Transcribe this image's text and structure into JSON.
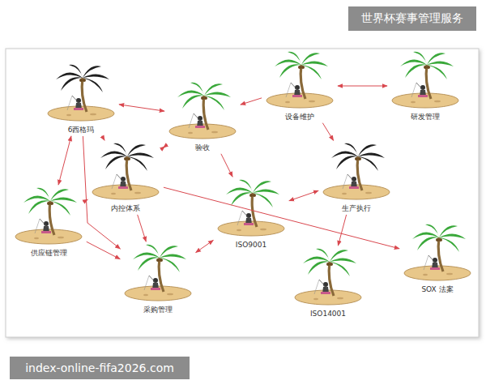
{
  "diagram": {
    "nodes": [
      {
        "text": [
          "6西格玛"
        ]
      },
      {
        "text": [
          "验收"
        ]
      },
      {
        "text": [
          "设备维护"
        ]
      },
      {
        "text": [
          "研发管理"
        ]
      },
      {
        "text": [
          "内控体系"
        ]
      },
      {
        "text": [
          "生产执行"
        ]
      },
      {
        "text": [
          "供应链管理"
        ]
      },
      {
        "text": [
          "ISO9001"
        ]
      },
      {
        "text": [
          "采购管理"
        ]
      },
      {
        "text": [
          "ISO14001"
        ]
      },
      {
        "text": [
          "SOX 法案"
        ]
      }
    ],
    "edges": [
      {
        "from": 0,
        "to": 1,
        "arrow": "both"
      },
      {
        "from": 0,
        "to": 6,
        "arrow": "both"
      },
      {
        "from": 0,
        "to": 4,
        "arrow": "to"
      },
      {
        "from": 1,
        "to": 4,
        "arrow": "both"
      },
      {
        "from": 1,
        "to": 7,
        "arrow": "to"
      },
      {
        "from": 2,
        "to": 1,
        "arrow": "to"
      },
      {
        "from": 2,
        "to": 3,
        "arrow": "both"
      },
      {
        "from": 2,
        "to": 5,
        "arrow": "to"
      },
      {
        "from": 6,
        "to": 4,
        "arrow": "to"
      },
      {
        "from": 6,
        "to": 8,
        "arrow": "to"
      },
      {
        "from": 4,
        "to": 8,
        "arrow": "to"
      },
      {
        "from": 8,
        "to": 7,
        "arrow": "both"
      },
      {
        "from": 7,
        "to": 5,
        "arrow": "both"
      },
      {
        "from": 5,
        "to": 9,
        "arrow": "to"
      },
      {
        "from": 4,
        "to": 10,
        "arrow": "to"
      },
      {
        "from": 0,
        "to": 8,
        "arrow": "to"
      }
    ],
    "labels": [
      "世界杯赛事管理服务",
      "index-online-fifa2026.com"
    ]
  }
}
